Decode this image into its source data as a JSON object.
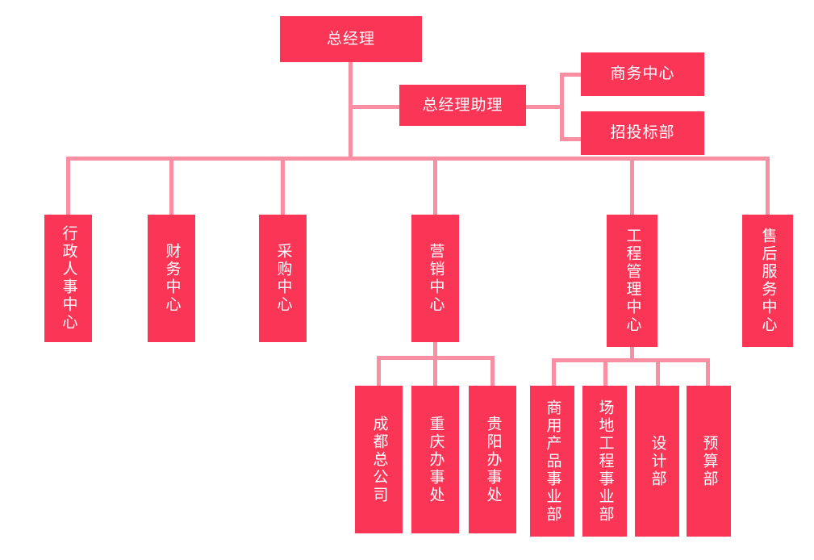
{
  "chart_data": {
    "type": "diagram",
    "title": "",
    "orientation": "top-down",
    "node_color": "#fa3556",
    "connector_color": "#f98fa2",
    "text_color": "#ffffff",
    "background": "#ffffff",
    "levels": [
      {
        "level": 1,
        "nodes": [
          {
            "id": "gm",
            "label": "总经理",
            "orientation": "horizontal"
          }
        ]
      },
      {
        "level": 2,
        "nodes": [
          {
            "id": "gm-assistant",
            "label": "总经理助理",
            "orientation": "horizontal",
            "parent": "gm"
          },
          {
            "id": "business-center",
            "label": "商务中心",
            "orientation": "horizontal",
            "parent": "gm-assistant"
          },
          {
            "id": "bidding-dept",
            "label": "招投标部",
            "orientation": "horizontal",
            "parent": "gm-assistant"
          }
        ]
      },
      {
        "level": 3,
        "nodes": [
          {
            "id": "admin-hr-center",
            "label": "行政人事中心",
            "orientation": "vertical",
            "parent": "gm"
          },
          {
            "id": "finance-center",
            "label": "财务中心",
            "orientation": "vertical",
            "parent": "gm"
          },
          {
            "id": "procurement-center",
            "label": "采购中心",
            "orientation": "vertical",
            "parent": "gm"
          },
          {
            "id": "marketing-center",
            "label": "营销中心",
            "orientation": "vertical",
            "parent": "gm"
          },
          {
            "id": "engineering-center",
            "label": "工程管理中心",
            "orientation": "vertical",
            "parent": "gm"
          },
          {
            "id": "aftersales-center",
            "label": "售后服务中心",
            "orientation": "vertical",
            "parent": "gm"
          }
        ]
      },
      {
        "level": 4,
        "nodes": [
          {
            "id": "chengdu-hq",
            "label": "成都总公司",
            "orientation": "vertical",
            "parent": "marketing-center"
          },
          {
            "id": "chongqing-office",
            "label": "重庆办事处",
            "orientation": "vertical",
            "parent": "marketing-center"
          },
          {
            "id": "guiyang-office",
            "label": "贵阳办事处",
            "orientation": "vertical",
            "parent": "marketing-center"
          },
          {
            "id": "commercial-product-div",
            "label": "商用产品事业部",
            "orientation": "vertical",
            "parent": "engineering-center"
          },
          {
            "id": "site-engineering-div",
            "label": "场地工程事业部",
            "orientation": "vertical",
            "parent": "engineering-center"
          },
          {
            "id": "design-dept",
            "label": "设计部",
            "orientation": "vertical",
            "parent": "engineering-center"
          },
          {
            "id": "budget-dept",
            "label": "预算部",
            "orientation": "vertical",
            "parent": "engineering-center"
          }
        ]
      }
    ]
  },
  "org": {
    "gm": {
      "label": "总经理"
    },
    "gm_assistant": {
      "label": "总经理助理"
    },
    "business_center": {
      "label": "商务中心"
    },
    "bidding_dept": {
      "label": "招投标部"
    },
    "admin_hr_center": {
      "label": "行政人事中心"
    },
    "finance_center": {
      "label": "财务中心"
    },
    "procurement_center": {
      "label": "采购中心"
    },
    "marketing_center": {
      "label": "营销中心"
    },
    "engineering_center": {
      "label": "工程管理中心"
    },
    "aftersales_center": {
      "label": "售后服务中心"
    },
    "chengdu_hq": {
      "label": "成都总公司"
    },
    "chongqing_office": {
      "label": "重庆办事处"
    },
    "guiyang_office": {
      "label": "贵阳办事处"
    },
    "commercial_product_div": {
      "label": "商用产品事业部"
    },
    "site_engineering_div": {
      "label": "场地工程事业部"
    },
    "design_dept": {
      "label": "设计部"
    },
    "budget_dept": {
      "label": "预算部"
    }
  }
}
